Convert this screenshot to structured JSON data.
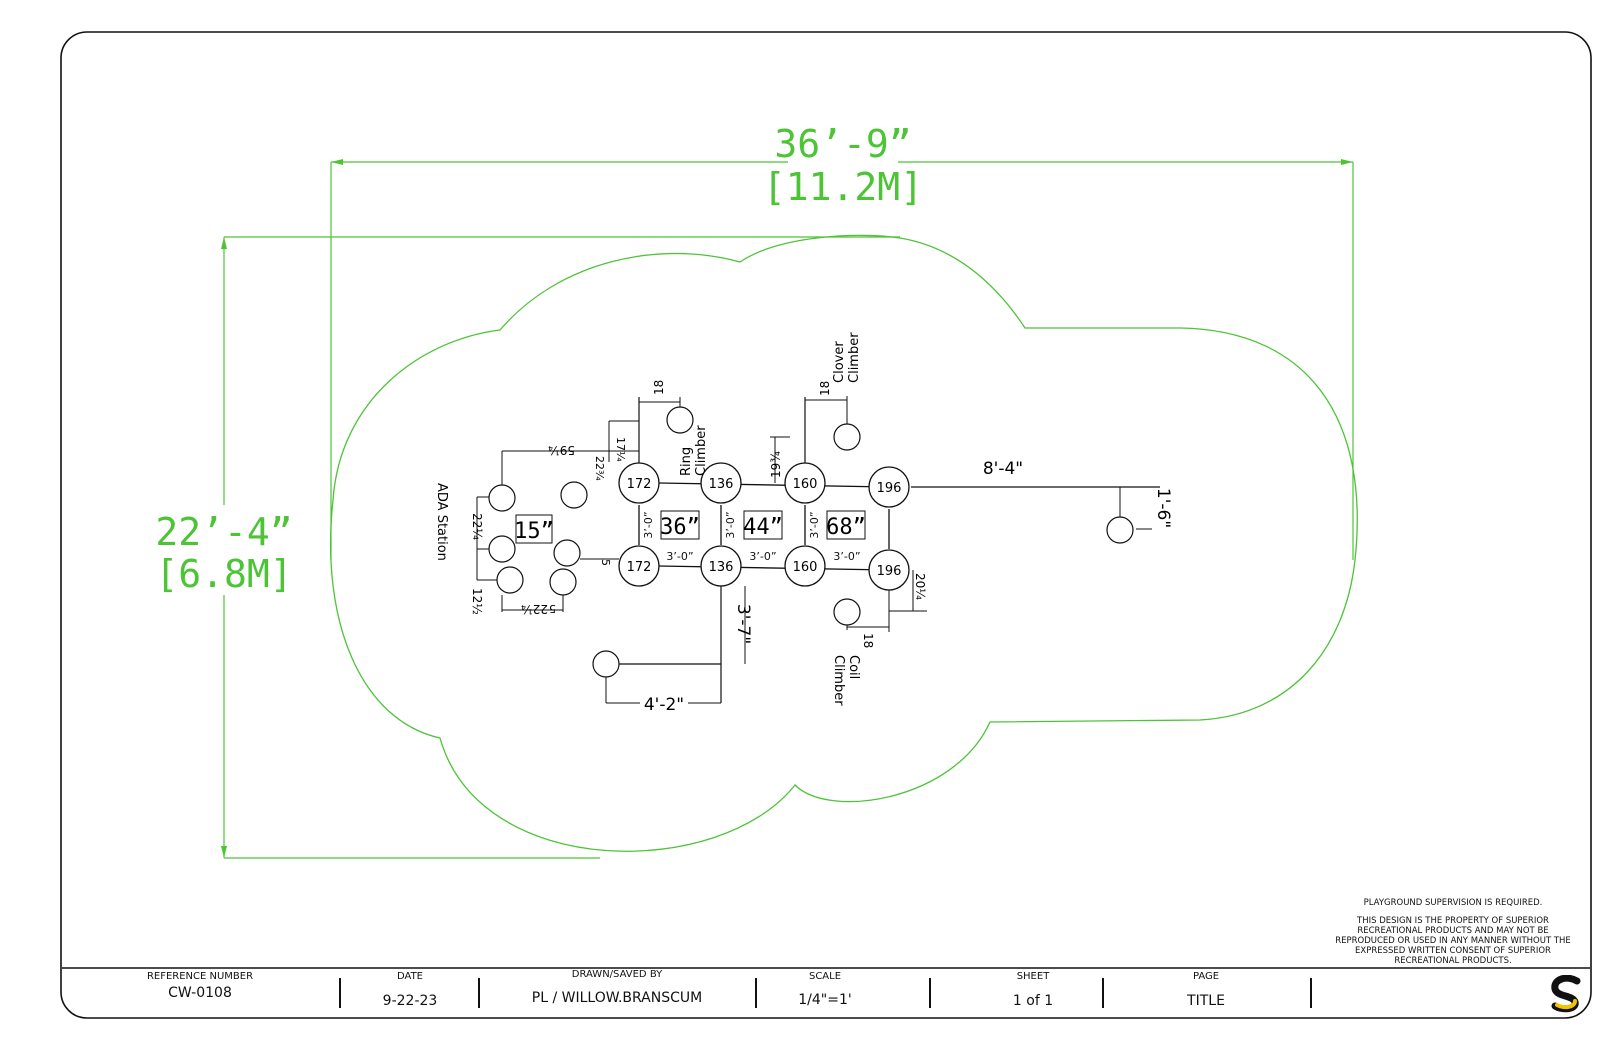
{
  "drawing": {
    "overall_width": {
      "ft": "36’-9”",
      "metric": "[11.2M]"
    },
    "overall_depth": {
      "ft": "22’-4”",
      "metric": "[6.8M]"
    },
    "posts": [
      {
        "label": "172"
      },
      {
        "label": "136"
      },
      {
        "label": "160"
      },
      {
        "label": "196"
      },
      {
        "label": "172"
      },
      {
        "label": "136"
      },
      {
        "label": "160"
      },
      {
        "label": "196"
      }
    ],
    "deck_heights": [
      "15”",
      "36”",
      "44”",
      "68”"
    ],
    "post_spacing": "3’-0”",
    "components": {
      "ring_climber": [
        "Ring",
        "Climber"
      ],
      "clover_climber": [
        "Clover",
        "Climber"
      ],
      "coil_climber": [
        "Coil",
        "Climber"
      ],
      "ada_station": "ADA Station"
    },
    "dimensions": {
      "d_8_4": "8'-4\"",
      "d_1_6": "1'-6\"",
      "d_3_7": "3'-7\"",
      "d_4_2": "4'-2\"",
      "d_18a": "18",
      "d_18b": "18",
      "d_18c": "18",
      "d_19_3_4": "19¾",
      "d_20_1_4": "20¼",
      "d_22_1_4a": "22¼",
      "d_22_1_4b": "22¼",
      "d_12_1_2": "12½",
      "d_59_1_4": "59¼",
      "d_17_1_4": "17¼",
      "d_22_3_4": "22¾",
      "d_5a": "5",
      "d_5b": "5"
    }
  },
  "notes": {
    "supervision": "PLAYGROUND SUPERVISION IS REQUIRED.",
    "property": "THIS DESIGN IS THE PROPERTY OF SUPERIOR RECREATIONAL PRODUCTS AND MAY NOT BE REPRODUCED OR USED IN ANY MANNER WITHOUT THE EXPRESSED WRITTEN CONSENT OF SUPERIOR RECREATIONAL PRODUCTS."
  },
  "title_block": {
    "reference_number": {
      "label": "REFERENCE NUMBER",
      "value": "CW-0108"
    },
    "date": {
      "label": "DATE",
      "value": "9-22-23"
    },
    "drawn_by": {
      "label": "DRAWN/SAVED BY",
      "value": "PL / WILLOW.BRANSCUM"
    },
    "scale": {
      "label": "SCALE",
      "value": "1/4\"=1'"
    },
    "sheet": {
      "label": "SHEET",
      "value": "1 of 1"
    },
    "page": {
      "label": "PAGE",
      "value": "TITLE"
    }
  },
  "colors": {
    "green": "#4cc436",
    "ink": "#111111"
  },
  "logo": {
    "icon": "superior-s-logo-icon"
  }
}
